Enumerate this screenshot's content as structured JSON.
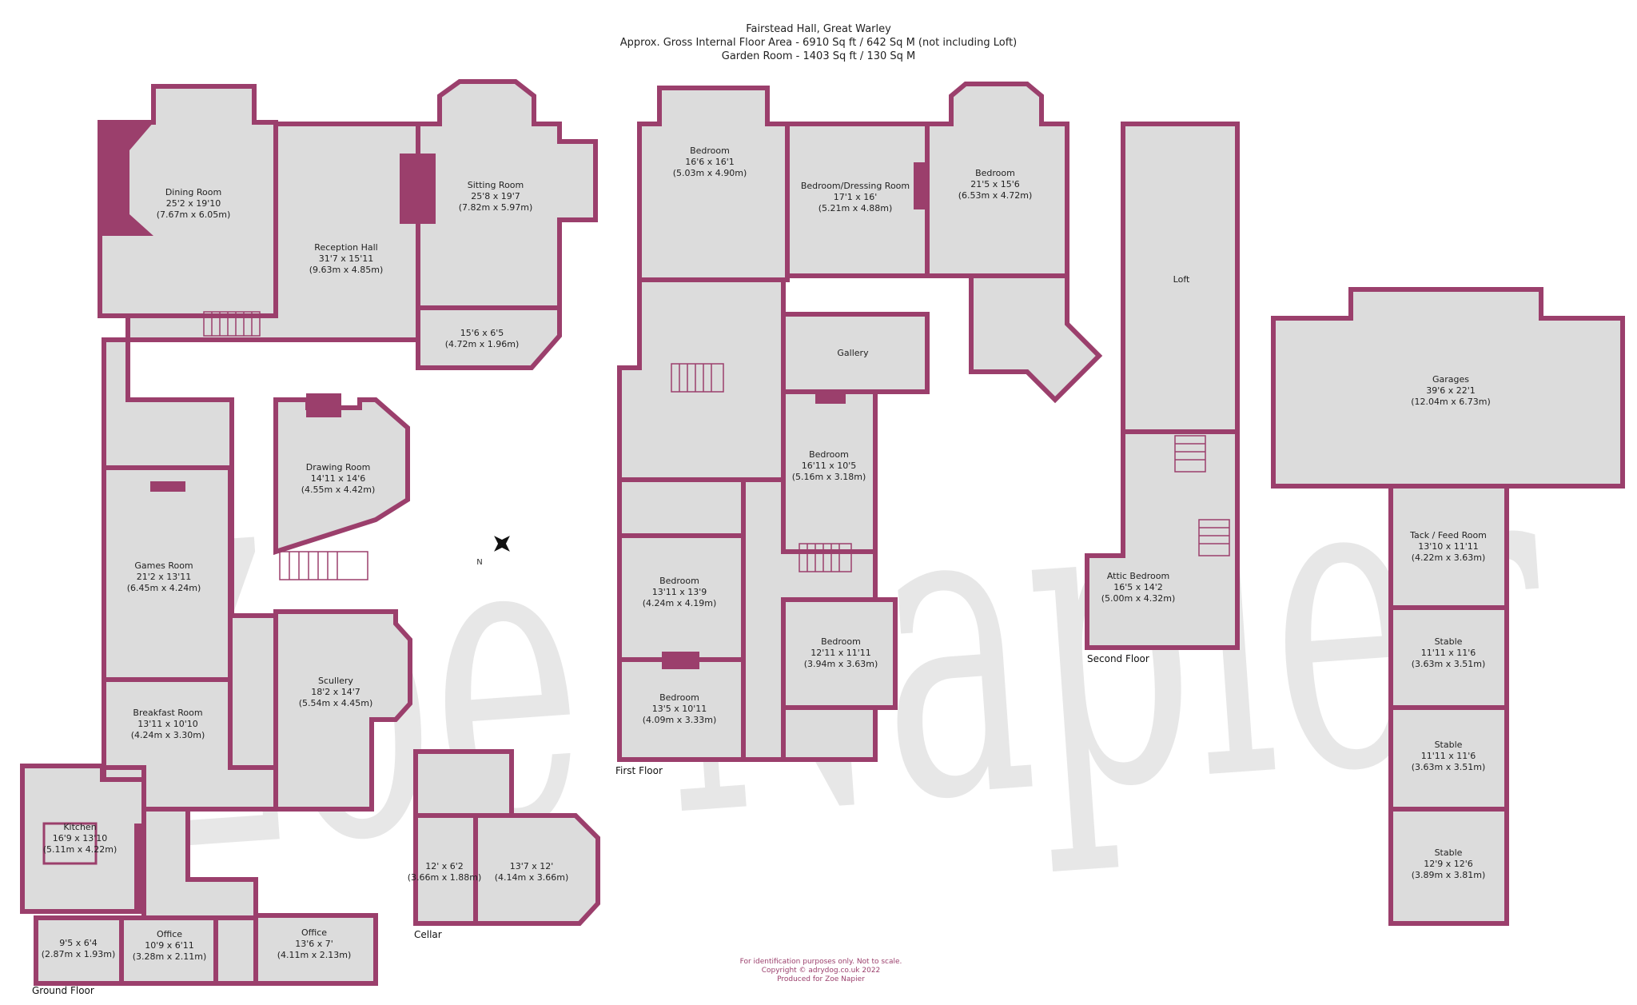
{
  "header": {
    "line1": "Fairstead Hall, Great Warley",
    "line2": "Approx. Gross Internal Floor Area - 6910 Sq ft / 642 Sq M (not including Loft)",
    "line3": "Garden Room - 1403 Sq ft / 130 Sq M"
  },
  "footer": {
    "line1": "For identification purposes only. Not to scale.",
    "line2": "Copyright © adrydog.co.uk 2022",
    "line3": "Produced for Zoe Napier"
  },
  "watermark": "Zoe Napier",
  "colors": {
    "wall": "#9b3f6c",
    "floor": "#dcdcdc",
    "watermark": "#bdbdbd"
  },
  "floors": {
    "ground": "Ground Floor",
    "first": "First Floor",
    "second": "Second Floor",
    "cellar": "Cellar"
  },
  "rooms": {
    "dining": {
      "name": "Dining Room",
      "imp": "25'2 x 19'10",
      "met": "(7.67m x 6.05m)"
    },
    "reception": {
      "name": "Reception Hall",
      "imp": "31'7 x 15'11",
      "met": "(9.63m x 4.85m)"
    },
    "sitting": {
      "name": "Sitting Room",
      "imp": "25'8 x 19'7",
      "met": "(7.82m x 5.97m)"
    },
    "porch": {
      "imp": "15'6 x 6'5",
      "met": "(4.72m x 1.96m)"
    },
    "drawing": {
      "name": "Drawing Room",
      "imp": "14'11 x 14'6",
      "met": "(4.55m x 4.42m)"
    },
    "games": {
      "name": "Games Room",
      "imp": "21'2 x 13'11",
      "met": "(6.45m x 4.24m)"
    },
    "scullery": {
      "name": "Scullery",
      "imp": "18'2 x 14'7",
      "met": "(5.54m x 4.45m)"
    },
    "breakfast": {
      "name": "Breakfast Room",
      "imp": "13'11 x 10'10",
      "met": "(4.24m x 3.30m)"
    },
    "kitchen": {
      "name": "Kitchen",
      "imp": "16'9 x 13'10",
      "met": "(5.11m x 4.22m)"
    },
    "utility": {
      "imp": "9'5 x 6'4",
      "met": "(2.87m x 1.93m)"
    },
    "office1": {
      "name": "Office",
      "imp": "10'9 x 6'11",
      "met": "(3.28m x 2.11m)"
    },
    "office2": {
      "name": "Office",
      "imp": "13'6 x 7'",
      "met": "(4.11m x 2.13m)"
    },
    "cellar1": {
      "imp": "12' x 6'2",
      "met": "(3.66m x 1.88m)"
    },
    "cellar2": {
      "imp": "13'7 x 12'",
      "met": "(4.14m x 3.66m)"
    },
    "bed1": {
      "name": "Bedroom",
      "imp": "16'6 x 16'1",
      "met": "(5.03m x 4.90m)"
    },
    "bed_dress": {
      "name": "Bedroom/Dressing Room",
      "imp": "17'1 x 16'",
      "met": "(5.21m x 4.88m)"
    },
    "bed2": {
      "name": "Bedroom",
      "imp": "21'5 x 15'6",
      "met": "(6.53m x 4.72m)"
    },
    "gallery": {
      "name": "Gallery"
    },
    "bed3": {
      "name": "Bedroom",
      "imp": "16'11 x 10'5",
      "met": "(5.16m x 3.18m)"
    },
    "bed4": {
      "name": "Bedroom",
      "imp": "13'11 x 13'9",
      "met": "(4.24m x 4.19m)"
    },
    "bed5": {
      "name": "Bedroom",
      "imp": "12'11 x 11'11",
      "met": "(3.94m x 3.63m)"
    },
    "bed6": {
      "name": "Bedroom",
      "imp": "13'5 x 10'11",
      "met": "(4.09m x 3.33m)"
    },
    "loft": {
      "name": "Loft"
    },
    "attic": {
      "name": "Attic Bedroom",
      "imp": "16'5 x 14'2",
      "met": "(5.00m x 4.32m)"
    },
    "garages": {
      "name": "Garages",
      "imp": "39'6 x 22'1",
      "met": "(12.04m x 6.73m)"
    },
    "tack": {
      "name": "Tack / Feed Room",
      "imp": "13'10 x 11'11",
      "met": "(4.22m x 3.63m)"
    },
    "stable1": {
      "name": "Stable",
      "imp": "11'11 x 11'6",
      "met": "(3.63m x 3.51m)"
    },
    "stable2": {
      "name": "Stable",
      "imp": "11'11 x 11'6",
      "met": "(3.63m x 3.51m)"
    },
    "stable3": {
      "name": "Stable",
      "imp": "12'9 x 12'6",
      "met": "(3.89m x 3.81m)"
    }
  },
  "compass": {
    "label": "N"
  }
}
